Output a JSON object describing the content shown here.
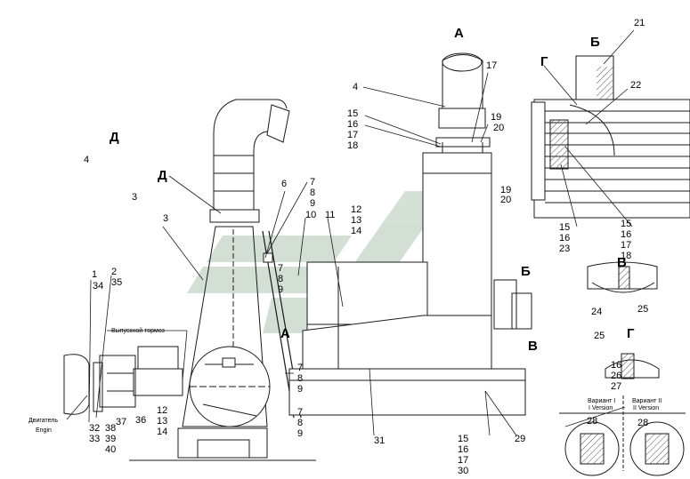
{
  "colors": {
    "ink": "#1a1a1a",
    "watermark": "#9fb8a3",
    "hatch": "#555555"
  },
  "section_marks": {
    "a_top": "А",
    "b_top": "Б",
    "g_top": "Г",
    "d_top": "Д",
    "d_left": "Д",
    "a_mid": "А",
    "b_mid": "Б",
    "v_mid": "В",
    "v_detail": "В",
    "g_detail": "Г"
  },
  "callouts": {
    "c1": "1",
    "c2": "2",
    "c3": "3",
    "c3b": "3",
    "c4": "4",
    "c4b": "4",
    "c6": "6",
    "c10": "10",
    "c11": "11",
    "c17": "17",
    "c19": "19",
    "c20": "20",
    "c21": "21",
    "c22": "22",
    "c19b": "19",
    "c20b": "20",
    "c24": "24",
    "c25": "25",
    "c25b": "25",
    "c28a": "28",
    "c28b": "28",
    "c29": "29",
    "c31": "31",
    "c32": "32",
    "c33": "33",
    "c34": "34",
    "c35": "35",
    "c36": "36",
    "c37": "37",
    "c38": "38",
    "c39": "39",
    "c40": "40"
  },
  "stacks": {
    "s15_18a": [
      "15",
      "16",
      "17",
      "18"
    ],
    "s7_9a": [
      "7",
      "8",
      "9"
    ],
    "s12_14a": [
      "12",
      "13",
      "14"
    ],
    "s7_9b": [
      "7",
      "8",
      "9"
    ],
    "s15_18b": [
      "15",
      "16",
      "17",
      "18"
    ],
    "s15_23": [
      "15",
      "16",
      "23"
    ],
    "s16_27": [
      "16",
      "26",
      "27"
    ],
    "s7_9c": [
      "7",
      "8",
      "9"
    ],
    "s7_9d": [
      "7",
      "8",
      "9"
    ],
    "s12_14b": [
      "12",
      "13",
      "14"
    ],
    "s15_30": [
      "15",
      "16",
      "17",
      "30"
    ]
  },
  "texts": {
    "brake": "Выпускной тормоз",
    "engine_ru": "Двигатель",
    "engine_en": "Engin",
    "variant1_ru": "Вариант I",
    "variant1_en": "I Version",
    "variant2_ru": "Вариант II",
    "variant2_en": "II Version"
  }
}
